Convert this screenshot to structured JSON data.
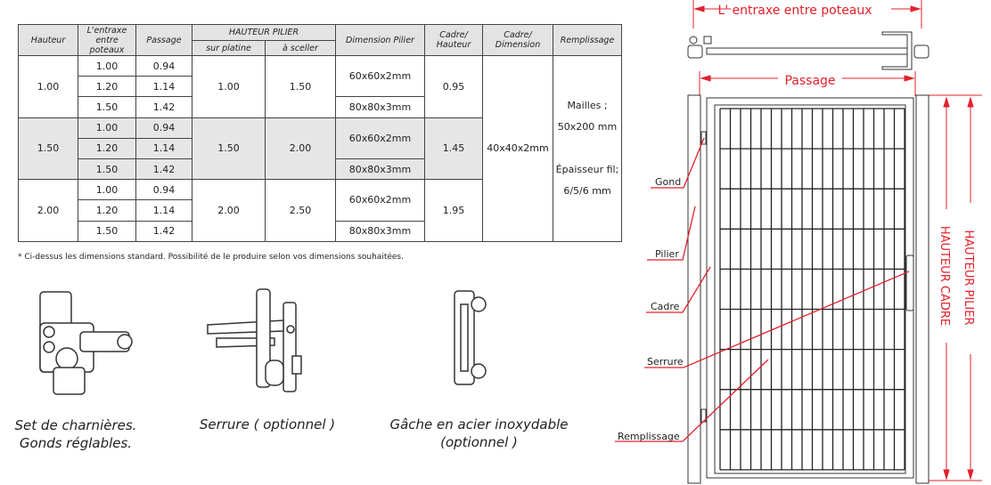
{
  "table": {
    "headers": {
      "hauteur": "Hauteur",
      "entraxe": "L'entraxe entre poteaux",
      "passage": "Passage",
      "hauteur_pilier": "HAUTEUR PILIER",
      "sur_platine": "sur platine",
      "a_sceller": "à sceller",
      "dimension_pilier": "Dimension Pilier",
      "cadre_hauteur": "Cadre/ Hauteur",
      "cadre_dimension": "Cadre/ Dimension",
      "remplissage": "Remplissage"
    },
    "groups": [
      {
        "hauteur": "1.00",
        "rows": [
          [
            "1.00",
            "0.94"
          ],
          [
            "1.20",
            "1.14"
          ],
          [
            "1.50",
            "1.42"
          ]
        ],
        "sur_platine": "1.00",
        "a_sceller": "1.50",
        "dim1": "60x60x2mm",
        "dim2": "80x80x3mm",
        "cadre_hauteur": "0.95"
      },
      {
        "hauteur": "1.50",
        "rows": [
          [
            "1.00",
            "0.94"
          ],
          [
            "1.20",
            "1.14"
          ],
          [
            "1.50",
            "1.42"
          ]
        ],
        "sur_platine": "1.50",
        "a_sceller": "2.00",
        "dim1": "60x60x2mm",
        "dim2": "80x80x3mm",
        "cadre_hauteur": "1.45"
      },
      {
        "hauteur": "2.00",
        "rows": [
          [
            "1.00",
            "0.94"
          ],
          [
            "1.20",
            "1.14"
          ],
          [
            "1.50",
            "1.42"
          ]
        ],
        "sur_platine": "2.00",
        "a_sceller": "2.50",
        "dim1": "60x60x2mm",
        "dim2": "80x80x3mm",
        "cadre_hauteur": "1.95"
      }
    ],
    "cadre_dimension": "40x40x2mm",
    "remplissage_lines": [
      "Mailles ;",
      "50x200 mm",
      "",
      "Épaisseur fil;",
      "6/5/6 mm"
    ]
  },
  "note": "* Ci-dessus les dimensions standard. Possibilité de le produire selon vos dimensions souhaitées.",
  "products": [
    {
      "caption_lines": [
        "Set de charnières.",
        "Gonds réglables."
      ]
    },
    {
      "caption_lines": [
        "Serrure ( optionnel )"
      ]
    },
    {
      "caption_lines": [
        "Gâche en acier inoxydable",
        "(optionnel )"
      ]
    }
  ],
  "diagram": {
    "entraxe_label": "L' entraxe entre poteaux",
    "passage_label": "Passage",
    "hauteur_cadre_label": "HAUTEUR CADRE",
    "hauteur_pilier_label": "HAUTEUR PILIER",
    "callouts": {
      "gond": "Gond",
      "pilier": "Pilier",
      "cadre": "Cadre",
      "serrure": "Serrure",
      "remplissage": "Remplissage"
    },
    "accent_color": "#e3202a"
  }
}
